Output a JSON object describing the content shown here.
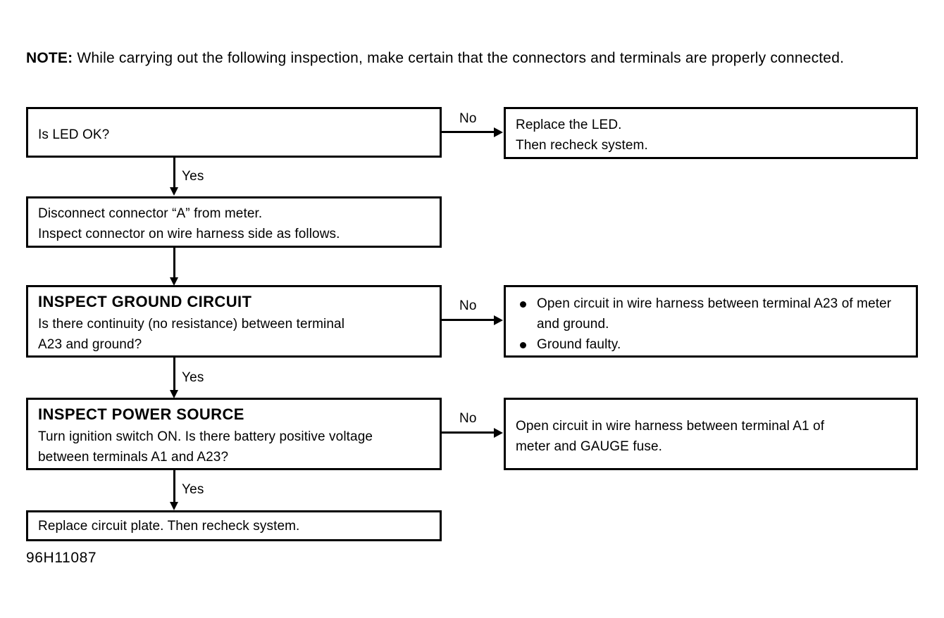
{
  "note": {
    "label": "NOTE:",
    "text": "While carrying out the following inspection, make certain that the connectors and terminals are properly connected."
  },
  "figure_code": "96H11087",
  "flowchart": {
    "type": "decision-flowchart",
    "nodes": [
      {
        "id": "led-check",
        "title": "",
        "lines": [
          "Is LED OK?"
        ]
      },
      {
        "id": "replace-led",
        "title": "",
        "lines": [
          "Replace the LED.",
          "Then recheck system."
        ]
      },
      {
        "id": "disconnect-connector",
        "title": "",
        "lines": [
          "Disconnect connector “A” from meter.",
          "Inspect connector on wire harness side as follows."
        ]
      },
      {
        "id": "inspect-ground-circuit",
        "title": "INSPECT GROUND CIRCUIT",
        "lines": [
          "Is there continuity (no resistance) between terminal",
          "A23 and ground?"
        ]
      },
      {
        "id": "ground-faults",
        "title": "",
        "bullets": [
          "Open circuit in wire harness between terminal A23 of meter and ground.",
          "Ground faulty."
        ]
      },
      {
        "id": "inspect-power-source",
        "title": "INSPECT POWER SOURCE",
        "lines": [
          "Turn ignition switch ON. Is there battery positive voltage",
          "between terminals A1 and A23?"
        ]
      },
      {
        "id": "power-fault",
        "title": "",
        "lines": [
          "Open circuit in wire harness between terminal A1 of",
          "meter and GAUGE fuse."
        ]
      },
      {
        "id": "replace-circuit-plate",
        "title": "",
        "lines": [
          "Replace circuit plate. Then recheck system."
        ]
      }
    ],
    "edges": [
      {
        "id": "led-no",
        "label": "No",
        "from": "led-check",
        "to": "replace-led"
      },
      {
        "id": "led-yes",
        "label": "Yes",
        "from": "led-check",
        "to": "disconnect-connector"
      },
      {
        "id": "ground-no",
        "label": "No",
        "from": "inspect-ground-circuit",
        "to": "ground-faults"
      },
      {
        "id": "ground-yes",
        "label": "Yes",
        "from": "inspect-ground-circuit",
        "to": "inspect-power-source"
      },
      {
        "id": "power-no",
        "label": "No",
        "from": "inspect-power-source",
        "to": "power-fault"
      },
      {
        "id": "power-yes",
        "label": "Yes",
        "from": "inspect-power-source",
        "to": "replace-circuit-plate"
      }
    ]
  },
  "colors": {
    "ink": "#000000",
    "page": "#ffffff"
  }
}
